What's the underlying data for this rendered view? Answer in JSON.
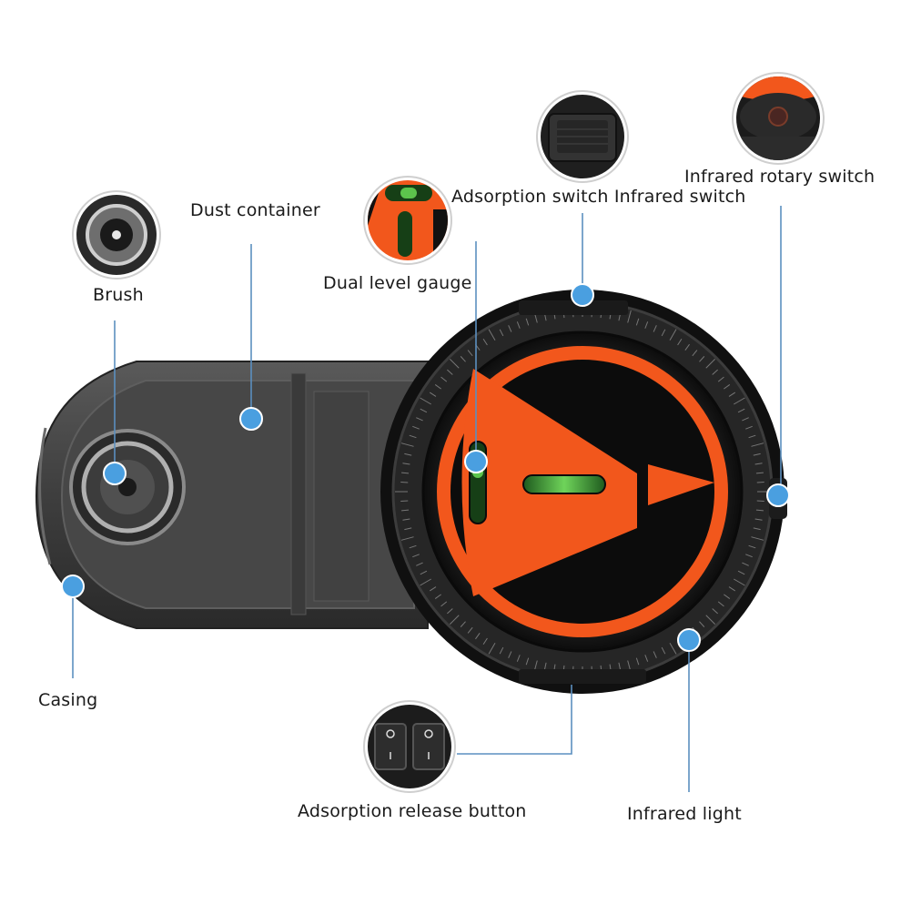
{
  "labels": {
    "brush": "Brush",
    "dust_container": "Dust container",
    "dual_level_gauge": "Dual level gauge",
    "adsorption_infrared_switch": "Adsorption switch Infrared switch",
    "infrared_rotary_switch": "Infrared rotary switch",
    "casing": "Casing",
    "adsorption_release_button": "Adsorption release button",
    "infrared_light": "Infrared light"
  },
  "colors": {
    "accent_orange": "#f2571c",
    "callout_dot": "#4a9fe0",
    "callout_line": "#5b8fc0",
    "body_dark": "#1b1b1b",
    "casing_gray": "#4a4a4a"
  }
}
